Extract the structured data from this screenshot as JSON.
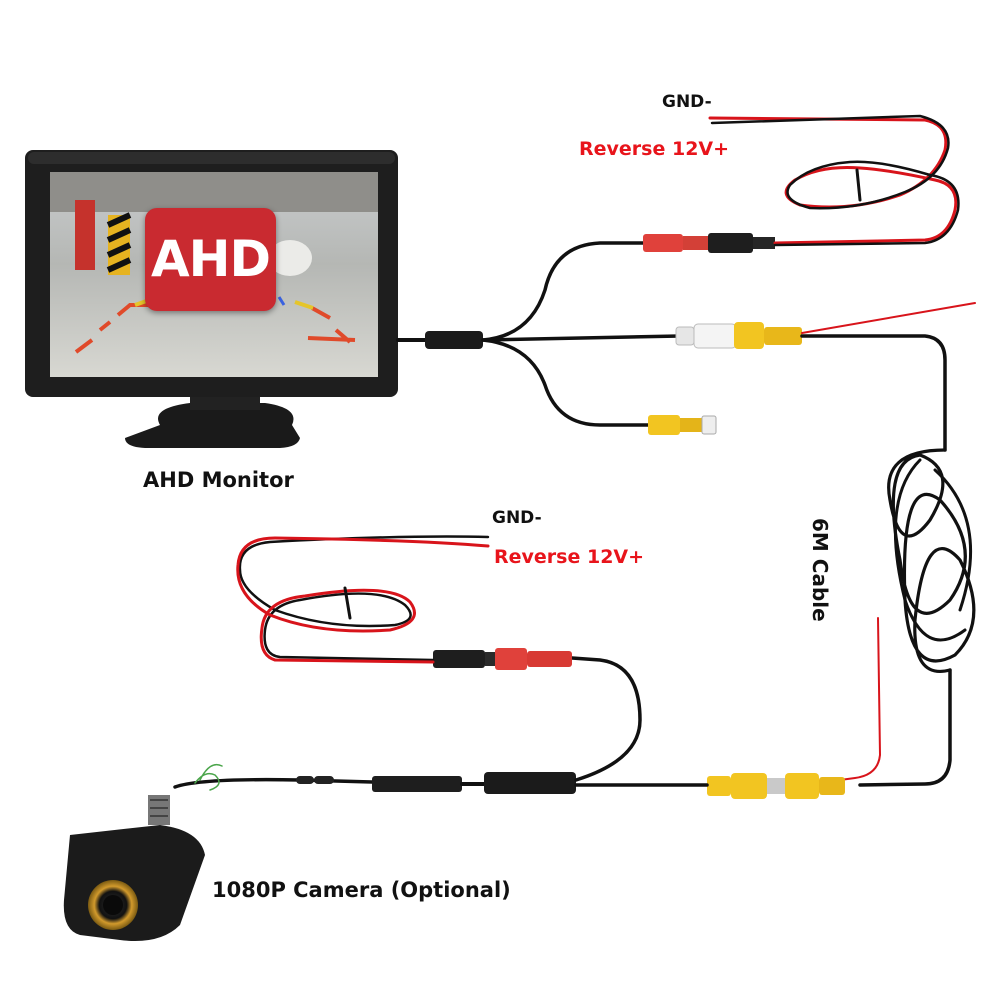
{
  "labels": {
    "monitor": "AHD Monitor",
    "camera": "1080P Camera (Optional)",
    "gnd_top": "GND-",
    "reverse_top": "Reverse 12V+",
    "gnd_bottom": "GND-",
    "reverse_bottom": "Reverse 12V+",
    "cable": "6M Cable"
  },
  "screen": {
    "badge": "AHD"
  },
  "colors": {
    "wire_black": "#111111",
    "wire_red": "#d8141b",
    "rca_yellow": "#f2c521",
    "rca_red": "#e0413b",
    "rca_white": "#f2f2f2",
    "badge_red": "#c92a30",
    "label_red": "#e8141b"
  }
}
